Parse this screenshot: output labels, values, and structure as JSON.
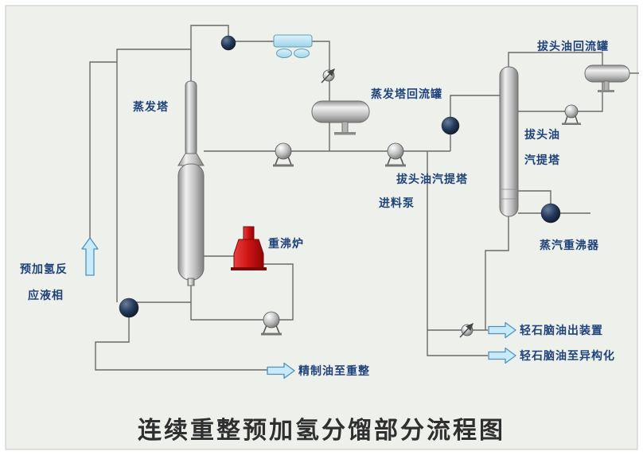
{
  "title": "连续重整预加氢分馏部分流程图",
  "labels": {
    "evaporation_tower": "蒸发塔",
    "evap_reflux_drum": "蒸发塔回流罐",
    "feed_pump_line1": "拔头油汽提塔",
    "feed_pump_line2": "进料泵",
    "stripper_line1": "拔头油",
    "stripper_line2": "汽提塔",
    "topped_oil_reflux_drum": "拔头油回流罐",
    "steam_reboiler": "蒸汽重沸器",
    "reboiler_furnace": "重沸炉",
    "refined_oil": "精制油至重整",
    "naphtha_out": "轻石脑油出装置",
    "naphtha_isom": "轻石脑油至异构化",
    "prehydro_line1": "预加氢反",
    "prehydro_line2": "应液相"
  },
  "colors": {
    "background": "#eef0ec",
    "frame_border": "#c3c7c1",
    "pipe": "#6a6a6a",
    "label_text": "#1f4379",
    "title_text": "#2f2f2f",
    "vessel_gray": "#c0c0c0",
    "cooler_blue": "#aadcee",
    "dark_equipment": "#1c2a44",
    "furnace_red": "#cc1212",
    "arrow_fill": "#c9eaf8",
    "arrow_border": "#4d93bb"
  }
}
